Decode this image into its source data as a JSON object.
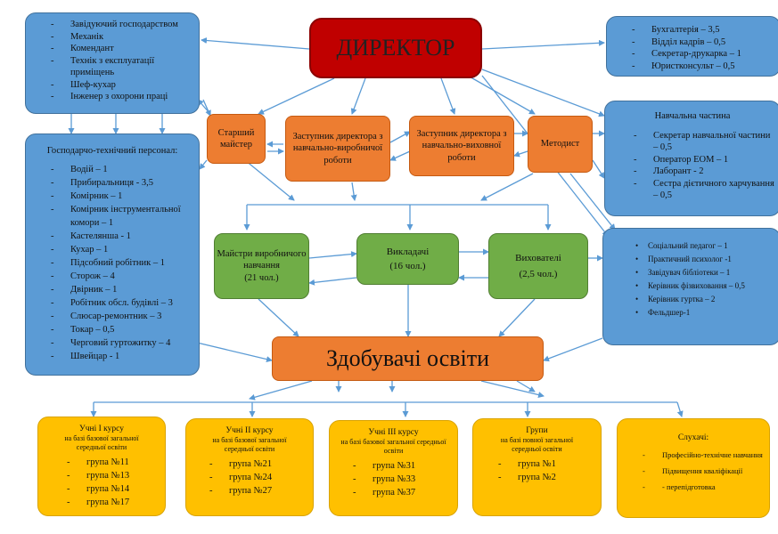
{
  "director": "ДИРЕКТОР",
  "left_top": {
    "items": [
      "Завідуючий господарством",
      "Механік",
      "Комендант",
      "Технік з експлуатації приміщень",
      "Шеф-кухар",
      "Інженер з охорони праці"
    ]
  },
  "left_staff": {
    "title": "Господарчо-технічний персонал:",
    "items": [
      "Водій – 1",
      "Прибиральниця - 3,5",
      "Комірник – 1",
      "Комірник інструментальної комори – 1",
      "Кастелянша - 1",
      "Кухар – 1",
      "Підсобний робітник – 1",
      "Сторож – 4",
      "Двірник – 1",
      "Робітник обсл. будівлі – 3",
      "Слюсар-ремонтник – 3",
      "Токар – 0,5",
      "Черговий гуртожитку – 4",
      "Швейцар - 1"
    ]
  },
  "right_top": {
    "items": [
      "Бухгалтерія – 3,5",
      "Відділ кадрів – 0,5",
      "Секретар-друкарка – 1",
      "Юристконсульт – 0,5"
    ]
  },
  "right_edu": {
    "title": "Навчальна частина",
    "items": [
      "Секретар навчальної частини – 0,5",
      "Оператор ЕОМ – 1",
      "Лаборант - 2",
      "Сестра дієтичного харчування – 0,5"
    ]
  },
  "right_social": {
    "items": [
      "Соціальний педагог – 1",
      "Практичний психолог -1",
      "Завідувач бібліотеки – 1",
      "Керівник фізвиховання – 0,5",
      "Керівник гуртка – 2",
      "Фельдшер-1"
    ]
  },
  "orange": {
    "senior_master": "Старший майстер",
    "deputy_prod": "Заступник директора з навчально-виробничої роботи",
    "deputy_edu": "Заступник директора з навчально-виховної роботи",
    "methodist": "Методист"
  },
  "green": {
    "masters_title": "Майстри виробничого навчання",
    "masters_count": "(21 чол.)",
    "teachers_title": "Викладачі",
    "teachers_count": "(16 чол.)",
    "educators_title": "Вихователі",
    "educators_count": "(2,5 чол.)"
  },
  "students": "Здобувачі освіти",
  "courses": [
    {
      "title": "Учні І курсу",
      "subtitle": "на базі базової загальної середньої освіти",
      "groups": [
        "група №11",
        "група №13",
        "група №14",
        "група №17"
      ]
    },
    {
      "title": "Учні ІІ курсу",
      "subtitle": "на базі базової загальної середньої освіти",
      "groups": [
        "група №21",
        "група №24",
        "група №27"
      ]
    },
    {
      "title": "Учні ІІІ курсу",
      "subtitle": "на базі базової загальної середньої освіти",
      "groups": [
        "група №31",
        "група №33",
        "група №37"
      ]
    },
    {
      "title": "Групи",
      "subtitle": "на базі повної загальної середньої освіти",
      "groups": [
        "група №1",
        "група №2"
      ]
    }
  ],
  "listeners": {
    "title": "Слухачі:",
    "items": [
      "Професійно-технічне навчання",
      "Підвищення кваліфікації",
      "- перепідготовка"
    ]
  }
}
